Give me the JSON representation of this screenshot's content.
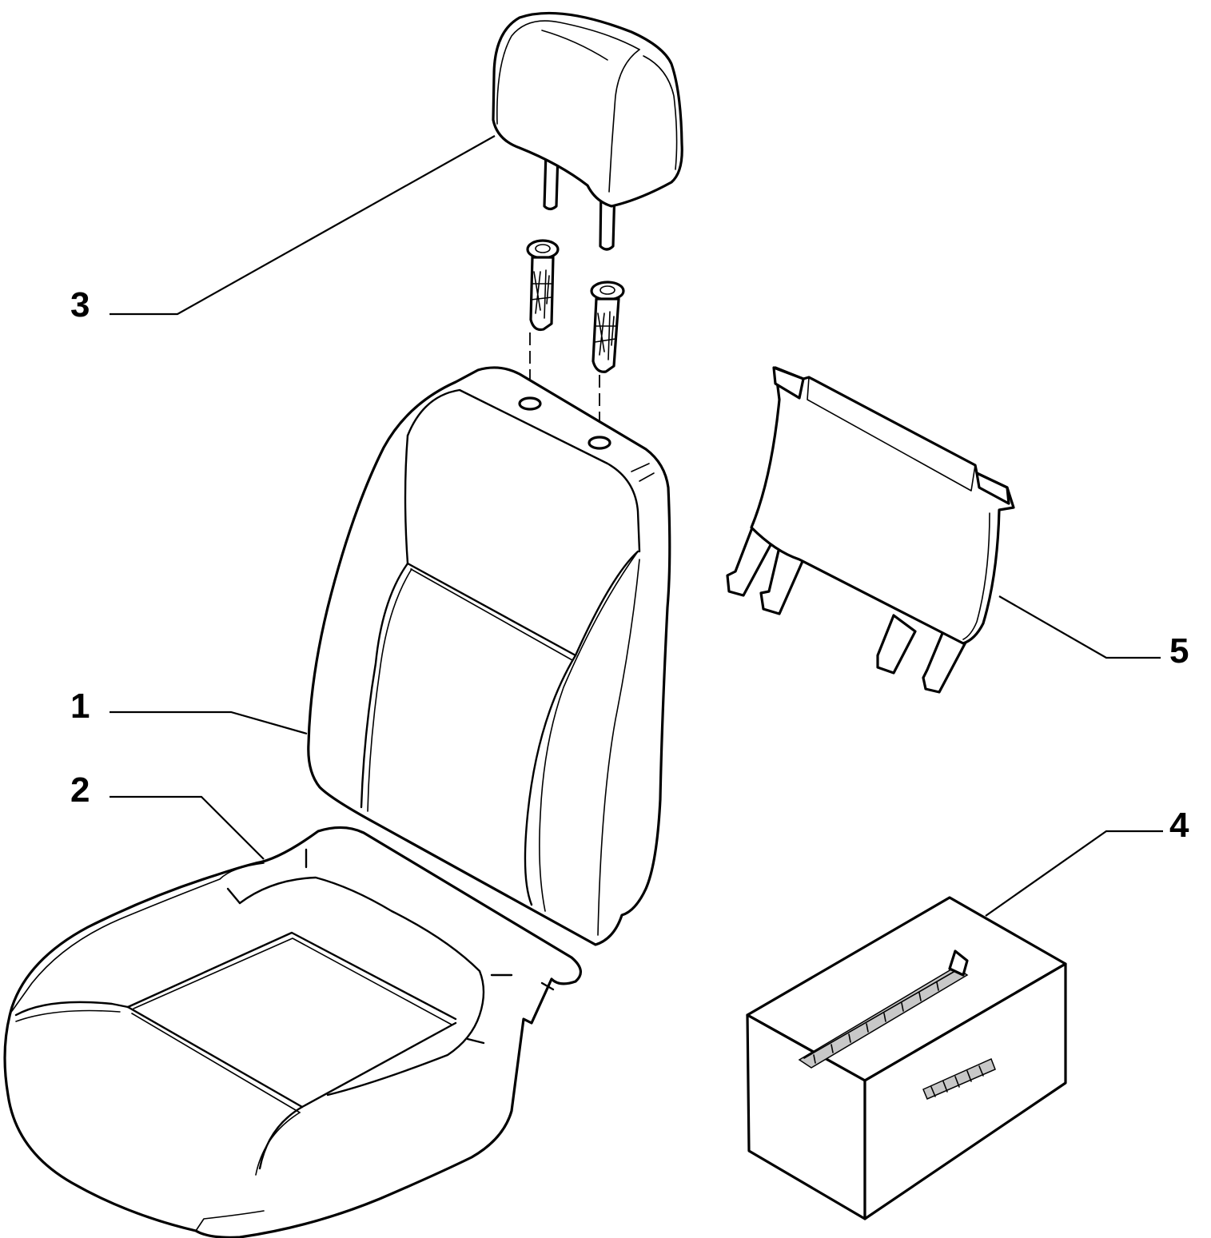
{
  "callouts": {
    "seat_backrest": "1",
    "seat_cushion": "2",
    "headrest": "3",
    "cover_kit_box": "4",
    "back_panel": "5"
  }
}
